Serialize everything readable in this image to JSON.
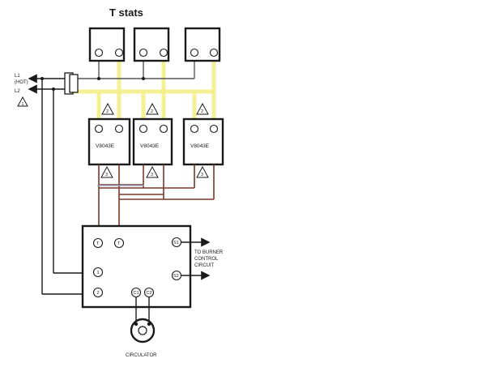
{
  "diagram": {
    "title": "T stats",
    "line_labels": {
      "l1": "L1",
      "hot": "(HOT)",
      "l2": "L2",
      "warning_glyph": "1"
    },
    "thermostats": [
      {
        "id": "tstat-1"
      },
      {
        "id": "tstat-2"
      },
      {
        "id": "tstat-3"
      }
    ],
    "valves": [
      {
        "id": "valve-1",
        "label": "V8043E",
        "top_marker": "2",
        "bottom_marker": "3"
      },
      {
        "id": "valve-2",
        "label": "V8043E",
        "top_marker": "2",
        "bottom_marker": "3"
      },
      {
        "id": "valve-3",
        "label": "V8043E",
        "top_marker": "2",
        "bottom_marker": "3"
      }
    ],
    "controller": {
      "terminals": {
        "t1": "T",
        "t2": "T",
        "l1": "1",
        "l2": "2",
        "s1": "S1",
        "s2": "S2",
        "c1": "C1",
        "c2": "C2"
      },
      "burner_text": [
        "TO BURNER",
        "CONTROL",
        "CIRCUIT"
      ]
    },
    "circulator_label": "CIRCULATOR"
  }
}
